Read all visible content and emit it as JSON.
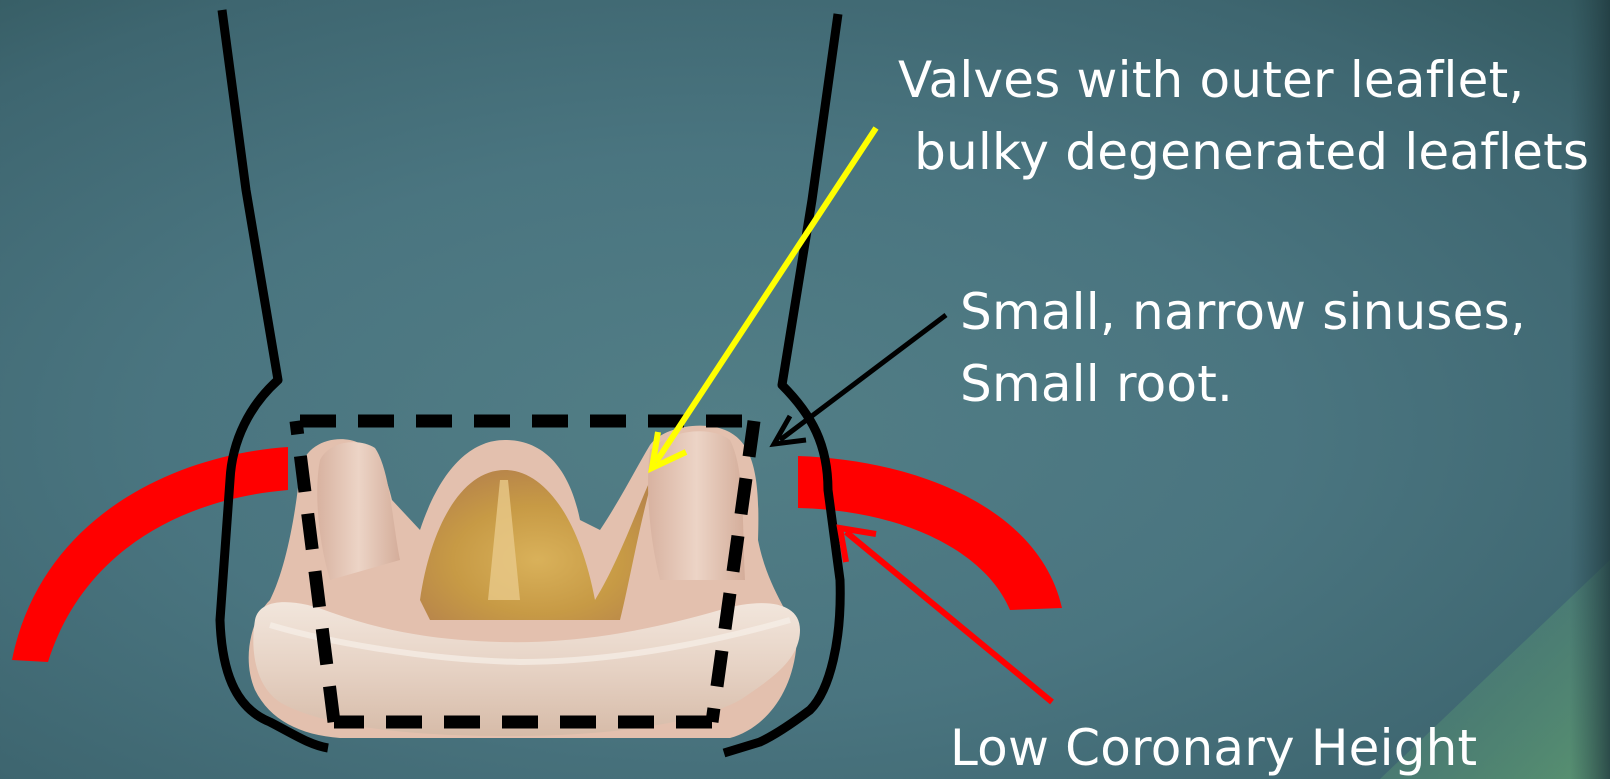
{
  "annotations": {
    "valves": {
      "line1": "Valves with outer leaflet,",
      "line2": " bulky degenerated leaflets",
      "arrow_color": "#ffff00"
    },
    "sinuses": {
      "line1": "Small, narrow sinuses,",
      "line2": "Small root.",
      "arrow_color": "#000000"
    },
    "coronary": {
      "line1": "Low Coronary Height",
      "arrow_color": "#ff0000"
    }
  },
  "colors": {
    "background": "#4a7580",
    "aortic_outline": "#000000",
    "coronary_arteries": "#ff0000",
    "valve_frame_dashes": "#000000",
    "valve_body": "#e8c9b8",
    "valve_sewing_ring": "#ecdcd0",
    "text": "#ffffff"
  },
  "illustration": {
    "valve_image_alt": "bioprosthetic-valve-picture"
  }
}
